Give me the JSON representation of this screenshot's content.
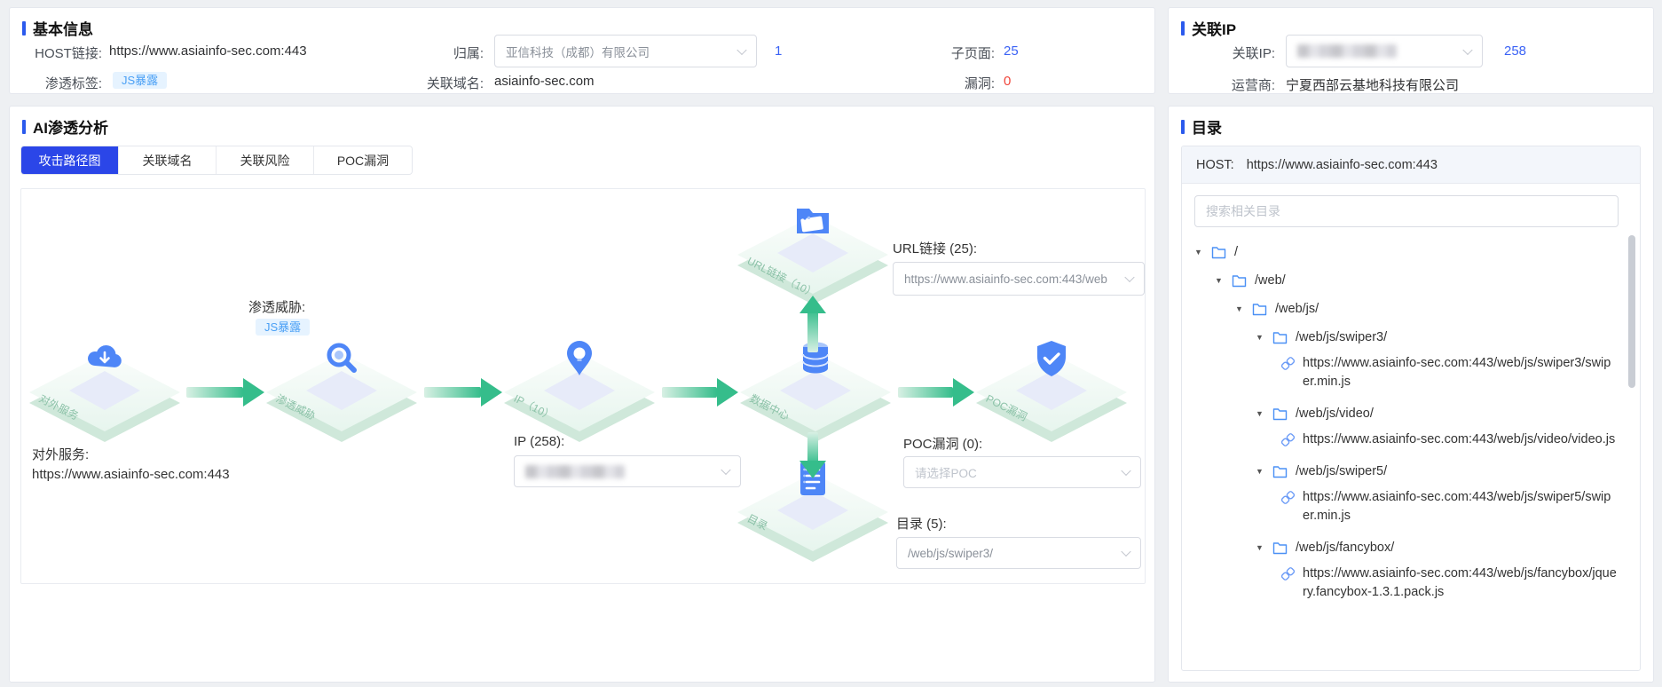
{
  "colors": {
    "accent_blue": "#2b46e8",
    "number_blue": "#3a62f5",
    "vuln_red": "#f0453a",
    "arrow_green": "#35bd8b",
    "badge_blue": "#4ba0f5",
    "badge_bg": "#e6f3ff"
  },
  "basic_info": {
    "title": "基本信息",
    "host_label": "HOST链接:",
    "host_value": "https://www.asiainfo-sec.com:443",
    "owner_label": "归属:",
    "owner_value": "亚信科技（成都）有限公司",
    "owner_count": "1",
    "subpage_label": "子页面:",
    "subpage_count": "25",
    "tag_label": "渗透标签:",
    "tag_value": "JS暴露",
    "domain_label": "关联域名:",
    "domain_value": "asiainfo-sec.com",
    "vuln_label": "漏洞:",
    "vuln_count": "0"
  },
  "related_ip": {
    "title": "关联IP",
    "ip_label": "关联IP:",
    "ip_count": "258",
    "isp_label": "运营商:",
    "isp_value": "宁夏西部云基地科技有限公司"
  },
  "analysis": {
    "title": "AI渗透分析",
    "tabs": [
      {
        "label": "攻击路径图",
        "active": true
      },
      {
        "label": "关联域名",
        "active": false
      },
      {
        "label": "关联风险",
        "active": false
      },
      {
        "label": "POC漏洞",
        "active": false
      }
    ],
    "diagram": {
      "tiles": {
        "service": "对外服务",
        "threat": "渗透威胁",
        "ip": "IP（10）",
        "datacenter": "数据中心",
        "poc": "POC漏洞",
        "url": "URL链接（10）",
        "directory": "目录"
      },
      "annotations": {
        "service_label": "对外服务:",
        "service_url": "https://www.asiainfo-sec.com:443",
        "threat_label": "渗透威胁:",
        "threat_tag": "JS暴露",
        "ip_label": "IP (258):",
        "url_label": "URL链接 (25):",
        "url_select_value": "https://www.asiainfo-sec.com:443/web",
        "poc_label": "POC漏洞 (0):",
        "poc_select_placeholder": "请选择POC",
        "dir_label": "目录 (5):",
        "dir_select_value": "/web/js/swiper3/"
      }
    }
  },
  "directory": {
    "title": "目录",
    "host_label": "HOST:",
    "host_value": "https://www.asiainfo-sec.com:443",
    "search_placeholder": "搜索相关目录",
    "tree": [
      {
        "type": "folder",
        "depth": 0,
        "label": "/"
      },
      {
        "type": "folder",
        "depth": 1,
        "label": "/web/"
      },
      {
        "type": "folder",
        "depth": 2,
        "label": "/web/js/"
      },
      {
        "type": "folder",
        "depth": 3,
        "label": "/web/js/swiper3/"
      },
      {
        "type": "link",
        "depth": 4,
        "label": "https://www.asiainfo-sec.com:443/web/js/swiper3/swiper.min.js"
      },
      {
        "type": "folder",
        "depth": 3,
        "label": "/web/js/video/"
      },
      {
        "type": "link",
        "depth": 4,
        "label": "https://www.asiainfo-sec.com:443/web/js/video/video.js"
      },
      {
        "type": "folder",
        "depth": 3,
        "label": "/web/js/swiper5/"
      },
      {
        "type": "link",
        "depth": 4,
        "label": "https://www.asiainfo-sec.com:443/web/js/swiper5/swiper.min.js"
      },
      {
        "type": "folder",
        "depth": 3,
        "label": "/web/js/fancybox/"
      },
      {
        "type": "link",
        "depth": 4,
        "label": "https://www.asiainfo-sec.com:443/web/js/fancybox/jquery.fancybox-1.3.1.pack.js"
      }
    ]
  }
}
